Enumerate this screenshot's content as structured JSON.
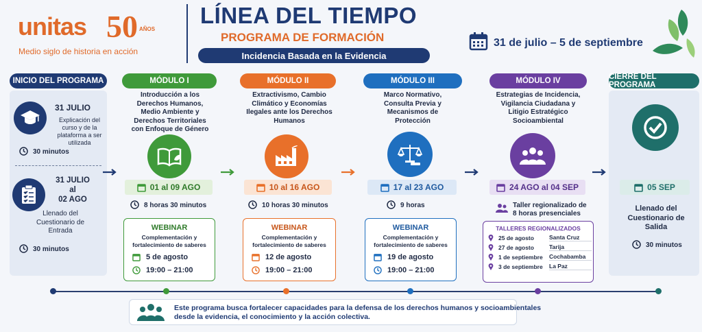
{
  "header": {
    "logo_word": "unitas",
    "logo_number": "50",
    "logo_years": "AÑOS",
    "logo_tagline": "Medio siglo de historia en acción",
    "title": "LÍNEA DEL TIEMPO",
    "subtitle": "PROGRAMA DE FORMACIÓN",
    "banner": "Incidencia Basada en la Evidencia",
    "date_range": "31 de julio – 5 de septiembre"
  },
  "inicio": {
    "heading": "INICIO DEL PROGRAMA",
    "item1_date": "31 JULIO",
    "item1_desc": "Explicación del curso y de la plataforma a ser utilizada",
    "item1_time": "30 minutos",
    "item2_date_a": "31 JULIO",
    "item2_date_b": "al",
    "item2_date_c": "02 AGO",
    "item2_desc": "Llenado del Cuestionario de Entrada",
    "item2_time": "30 minutos"
  },
  "modules": [
    {
      "heading": "MÓDULO I",
      "title": "Introducción a los Derechos Humanos, Medio Ambiente y Derechos Territoriales con Enfoque de Género",
      "dates": "01 al 09 AGO",
      "duration": "8 horas 30 minutos",
      "webinar_title": "WEBINAR",
      "webinar_desc": "Complementación y fortalecimiento de saberes",
      "webinar_date": "5 de agosto",
      "webinar_time": "19:00 – 21:00"
    },
    {
      "heading": "MÓDULO II",
      "title": "Extractivismo, Cambio Climático y Economías Ilegales ante los Derechos Humanos",
      "dates": "10 al 16 AGO",
      "duration": "10 horas 30 minutos",
      "webinar_title": "WEBINAR",
      "webinar_desc": "Complementación y fortalecimiento de saberes",
      "webinar_date": "12 de agosto",
      "webinar_time": "19:00 – 21:00"
    },
    {
      "heading": "MÓDULO III",
      "title": "Marco Normativo, Consulta Previa y Mecanismos de Protección",
      "dates": "17 al 23 AGO",
      "duration": "9 horas",
      "webinar_title": "WEBINAR",
      "webinar_desc": "Complementación y fortalecimiento de saberes",
      "webinar_date": "19 de agosto",
      "webinar_time": "19:00 – 21:00"
    },
    {
      "heading": "MÓDULO IV",
      "title": "Estrategias de Incidencia, Vigilancia Ciudadana y Litigio Estratégico Socioambiental",
      "dates": "24 AGO al 04 SEP",
      "duration": "Taller regionalizado de 8 horas presenciales",
      "talleres_title": "TALLERES REGIONALIZADOS",
      "talleres": [
        {
          "date": "25 de agosto",
          "city": "Santa Cruz"
        },
        {
          "date": "27 de agosto",
          "city": "Tarija"
        },
        {
          "date": "1 de septiembre",
          "city": "Cochabamba"
        },
        {
          "date": "3 de septiembre",
          "city": "La Paz"
        }
      ]
    }
  ],
  "cierre": {
    "heading": "CIERRE DEL PROGRAMA",
    "date": "05 SEP",
    "desc": "Llenado del Cuestionario de Salida",
    "time": "30 minutos"
  },
  "footer": {
    "text_line1": "Este programa busca fortalecer capacidades para la defensa de los derechos humanos y socioambientales",
    "text_line2": "desde la evidencia, el conocimiento y la acción colectiva."
  },
  "colors": {
    "navy": "#1f3a73",
    "teal": "#1f6f6a",
    "green": "#3f9a3a",
    "orange": "#e8702a",
    "blue": "#1f6fbf",
    "purple": "#6a3fa0",
    "brand_orange": "#e06a2a"
  }
}
